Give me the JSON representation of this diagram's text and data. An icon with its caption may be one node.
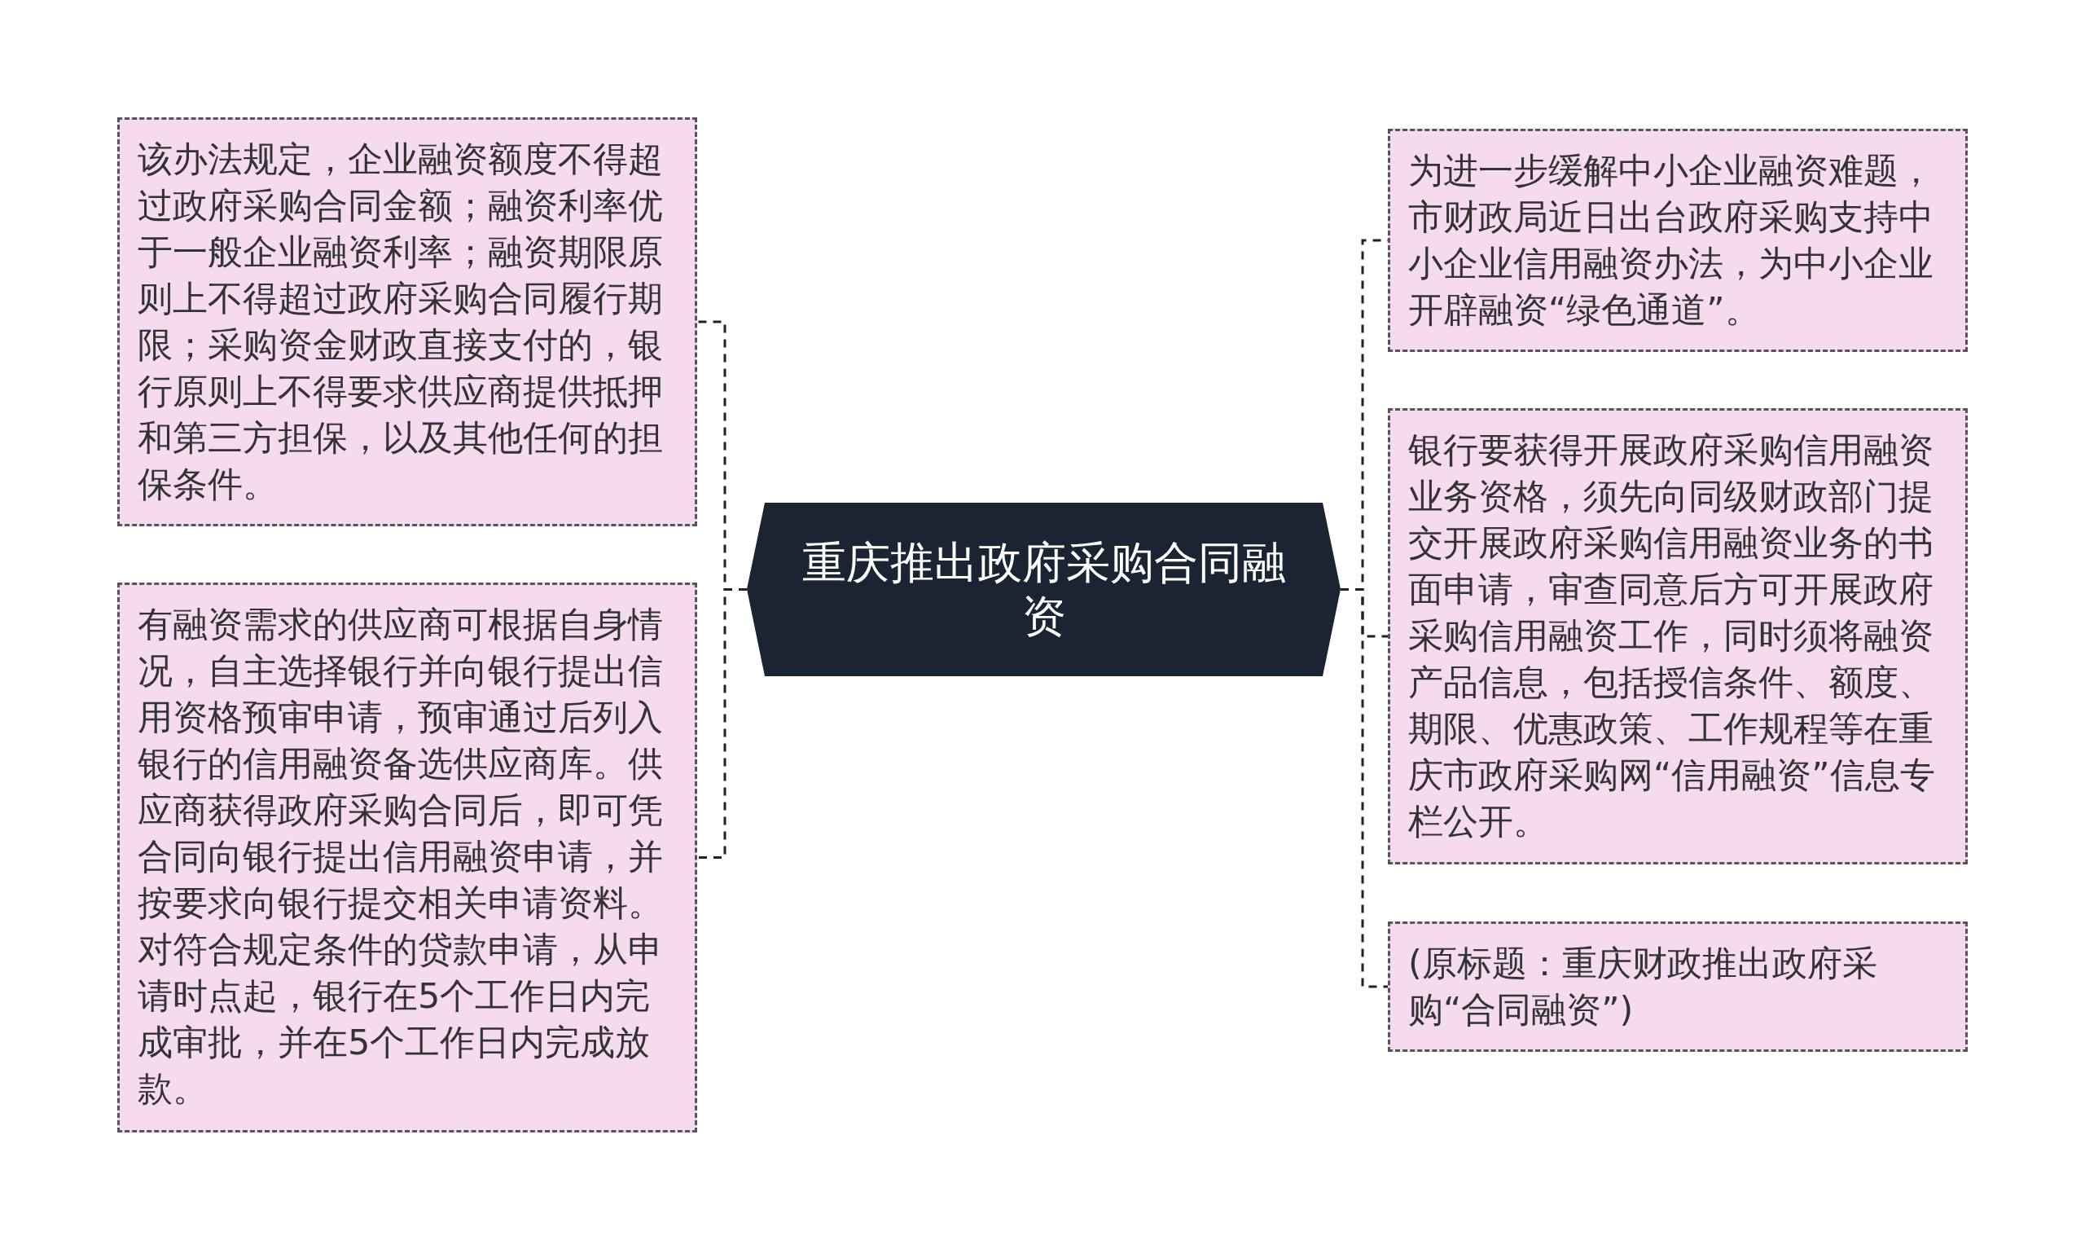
{
  "diagram": {
    "nodes": [
      {
        "text": [
          "重庆推出政府采购合同融资"
        ]
      },
      {
        "text": [
          "该办法规定，企业融资额度不得超过政府采购合同金额；融资利率优于一般企业融资利率；融资期限原则上不得超过政府采购合同履行期限；采购资金财政直接支付的，银行原则上不得要求供应商提供抵押和第三方担保，以及其他任何的担保条件。"
        ]
      },
      {
        "text": [
          "有融资需求的供应商可根据自身情况，自主选择银行并向银行提出信用资格预审申请，预审通过后列入银行的信用融资备选供应商库。供应商获得政府采购合同后，即可凭合同向银行提出信用融资申请，并按要求向银行提交相关申请资料。对符合规定条件的贷款申请，从申请时点起，银行在5个工作日内完成审批，并在5个工作日内完成放款。"
        ]
      },
      {
        "text": [
          "为进一步缓解中小企业融资难题，市财政局近日出台政府采购支持中小企业信用融资办法，为中小企业开辟融资“绿色通道”。"
        ]
      },
      {
        "text": [
          "银行要获得开展政府采购信用融资业务资格，须先向同级财政部门提交开展政府采购信用融资业务的书面申请，审查同意后方可开展政府采购信用融资工作，同时须将融资产品信息，包括授信条件、额度、期限、优惠政策、工作规程等在重庆市政府采购网“信用融资”信息专栏公开。"
        ]
      },
      {
        "text": [
          "(原标题：重庆财政推出政府采购“合同融资”)"
        ]
      }
    ],
    "edges": [
      {
        "from": 0,
        "to": 1,
        "arrow": "none",
        "style": "dashed"
      },
      {
        "from": 0,
        "to": 2,
        "arrow": "none",
        "style": "dashed"
      },
      {
        "from": 0,
        "to": 3,
        "arrow": "none",
        "style": "dashed"
      },
      {
        "from": 0,
        "to": 4,
        "arrow": "none",
        "style": "dashed"
      },
      {
        "from": 0,
        "to": 5,
        "arrow": "none",
        "style": "dashed"
      }
    ]
  }
}
